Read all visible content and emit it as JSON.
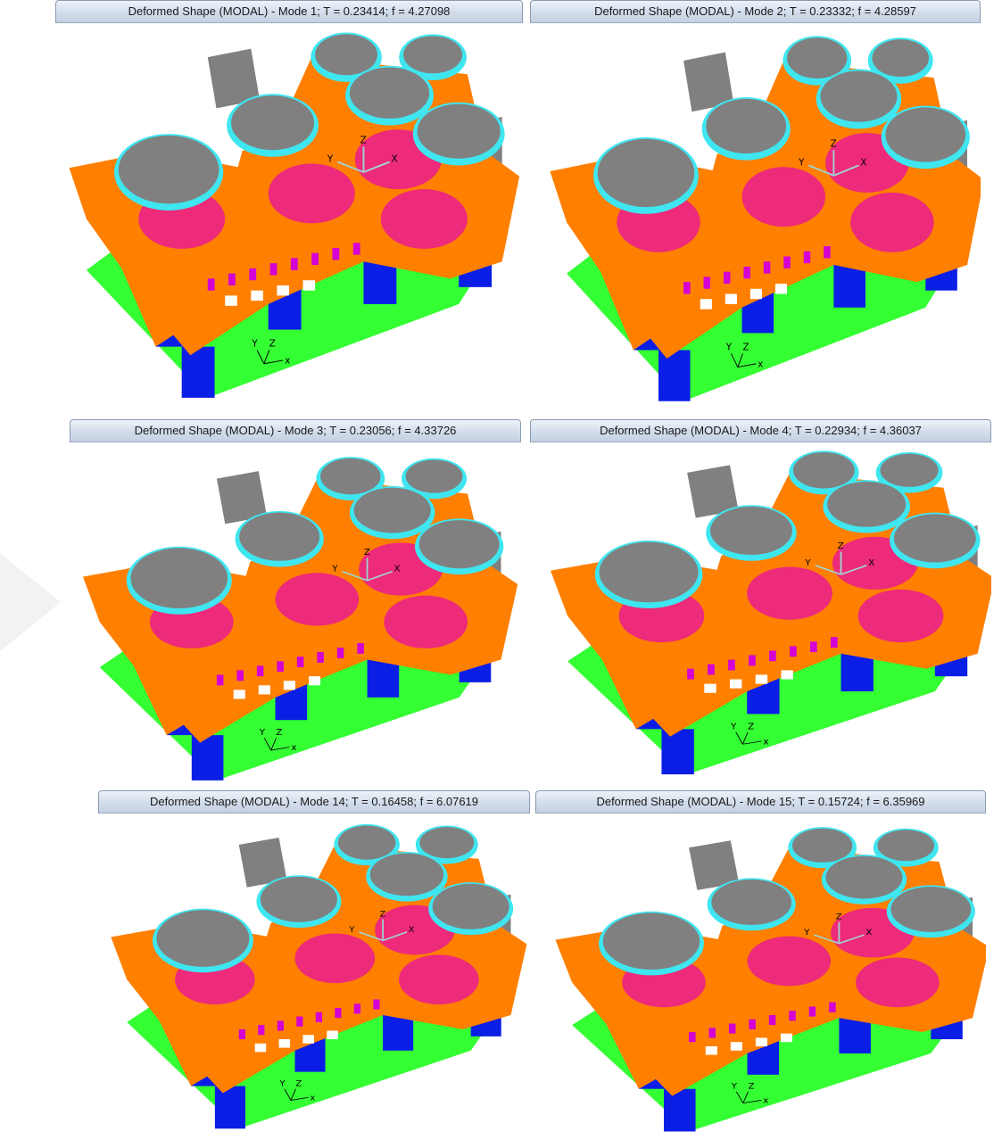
{
  "colors": {
    "orange": "#ff7f00",
    "blue": "#0a1ee6",
    "green": "#33ff33",
    "gray": "#808080",
    "cyan": "#3fe6f0",
    "pink": "#ee2a7b",
    "magenta": "#d400d4",
    "white": "#ffffff"
  },
  "panels": [
    {
      "title": "Deformed Shape (MODAL) - Mode 1; T = 0.23414;  f = 4.27098"
    },
    {
      "title": "Deformed Shape (MODAL) - Mode 2; T = 0.23332;  f = 4.28597"
    },
    {
      "title": "Deformed Shape (MODAL) - Mode 3; T = 0.23056;  f = 4.33726"
    },
    {
      "title": "Deformed Shape (MODAL) - Mode 4; T = 0.22934;  f = 4.36037"
    },
    {
      "title": "Deformed Shape (MODAL) - Mode 14; T = 0.16458;  f = 6.07619"
    },
    {
      "title": "Deformed Shape (MODAL) - Mode 15; T = 0.15724;  f = 6.35969"
    }
  ],
  "axes": {
    "x": "X",
    "y": "Y",
    "z": "Z",
    "tx": "x",
    "ty": "Y",
    "tz": "Z"
  }
}
